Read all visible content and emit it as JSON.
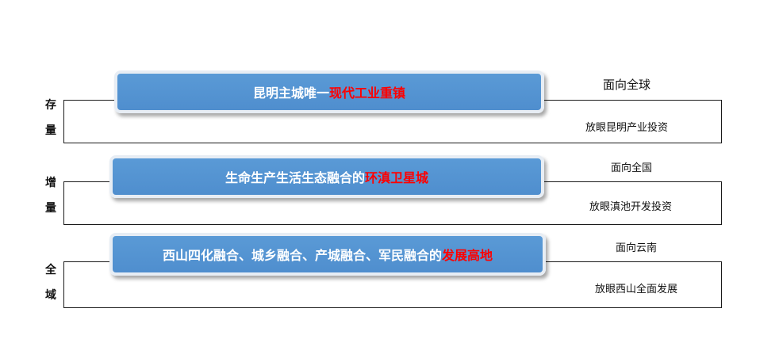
{
  "colors": {
    "banner_fill": "#5b9bd5",
    "banner_border": "#e7edf4",
    "highlight": "#ff0000",
    "frame_line": "#1a1a1a"
  },
  "rows": [
    {
      "side_label": [
        "存",
        "量"
      ],
      "banner_text": "昆明主城唯一",
      "banner_highlight": "现代工业重镇",
      "top_note": "面向全球",
      "bottom_note": "放眼昆明产业投资"
    },
    {
      "side_label": [
        "增",
        "量"
      ],
      "banner_text": "生命生产生活生态融合的",
      "banner_highlight": "环滇卫星城",
      "top_note": "面向全国",
      "bottom_note": "放眼滇池开发投资"
    },
    {
      "side_label": [
        "全",
        "域"
      ],
      "banner_text": "西山四化融合、城乡融合、产城融合、军民融合的",
      "banner_highlight": "发展高地",
      "top_note": "面向云南",
      "bottom_note": "放眼西山全面发展"
    }
  ]
}
